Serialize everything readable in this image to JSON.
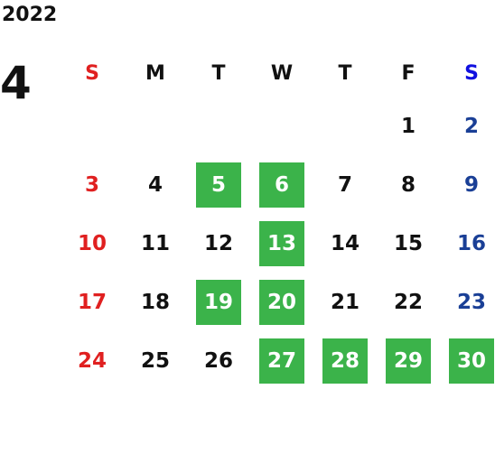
{
  "calendar": {
    "year": "2022",
    "month": "4",
    "weekdays": [
      "S",
      "M",
      "T",
      "W",
      "T",
      "F",
      "S"
    ],
    "colors": {
      "sunday": "#e02020",
      "saturday": "#1a3f96",
      "saturday_header": "#1010e0",
      "highlight": "#3bb34a"
    },
    "weeks": [
      [
        "",
        "",
        "",
        "",
        "",
        "1",
        "2"
      ],
      [
        "3",
        "4",
        "5",
        "6",
        "7",
        "8",
        "9"
      ],
      [
        "10",
        "11",
        "12",
        "13",
        "14",
        "15",
        "16"
      ],
      [
        "17",
        "18",
        "19",
        "20",
        "21",
        "22",
        "23"
      ],
      [
        "24",
        "25",
        "26",
        "27",
        "28",
        "29",
        "30"
      ]
    ],
    "highlighted_days": [
      "5",
      "6",
      "13",
      "19",
      "20",
      "27",
      "28",
      "29",
      "30"
    ]
  }
}
